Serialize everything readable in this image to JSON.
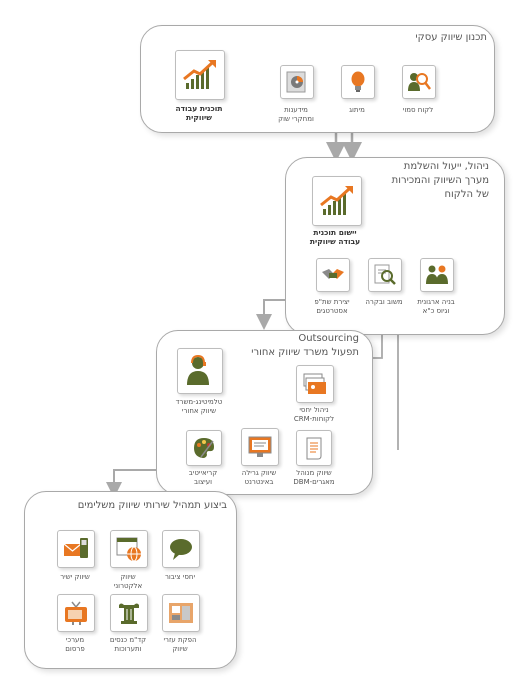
{
  "colors": {
    "orange": "#e87722",
    "gray": "#8a8a8a",
    "green": "#5a6b2c",
    "lightgray": "#a9a9a9"
  },
  "panel1": {
    "title": "תכנון שיווק עסקי",
    "items": [
      {
        "label": "לקוח סמוי",
        "icon": "people-magnifier-icon"
      },
      {
        "label": "מיתוג",
        "icon": "lightbulb-icon"
      },
      {
        "label": "מידענות\nומחקרי שוק",
        "icon": "data-disc-icon"
      },
      {
        "label": "תוכנית עבודה\nשיווקית",
        "icon": "growth-chart-icon"
      }
    ]
  },
  "panel2": {
    "title": "ניהול, ייעול והשלמת\nמערך השיווק והמכירות\nשל הלקוח",
    "items": [
      {
        "label": "יישום תוכנית\nעבודה שיווקית",
        "icon": "growth-chart-icon"
      },
      {
        "label": "בניה ארגונית\nוגיוס כ\"א",
        "icon": "team-icon"
      },
      {
        "label": "משוב ובקרה",
        "icon": "document-magnifier-icon"
      },
      {
        "label": "יצירת שת\"פ\nאסטרטגים",
        "icon": "handshake-icon"
      }
    ]
  },
  "panel3": {
    "title": "Outsourcing\nתפעול משרד שיווק אחורי",
    "items": [
      {
        "label": "טלמיטינג-משרד\nשיווק אחורי",
        "icon": "telemarketer-icon"
      },
      {
        "label": "ניהול יחסי\nלקוחות-CRM",
        "icon": "crm-cards-icon"
      },
      {
        "label": "קריאייטיב\nועיצוב",
        "icon": "palette-icon"
      },
      {
        "label": "שיווק גרילה\nבאינטרנט",
        "icon": "monitor-icon"
      },
      {
        "label": "שיווק מנוהל\nמאגרים-DBM",
        "icon": "scroll-icon"
      }
    ]
  },
  "panel4": {
    "title": "ביצוע תמהיל שירותי שיווק משלימים",
    "items": [
      {
        "label": "יחסי ציבור",
        "icon": "speech-bubble-icon"
      },
      {
        "label": "שיווק\nאלקטרוני",
        "icon": "web-globe-icon"
      },
      {
        "label": "שיווק ישיר",
        "icon": "mail-phone-icon"
      },
      {
        "label": "הפקת עזרי\nשיווק",
        "icon": "marketing-materials-icon"
      },
      {
        "label": "קד\"מ כנסים\nותערוכות",
        "icon": "pillar-icon"
      },
      {
        "label": "מערכי\nפרסום",
        "icon": "tv-icon"
      }
    ]
  }
}
